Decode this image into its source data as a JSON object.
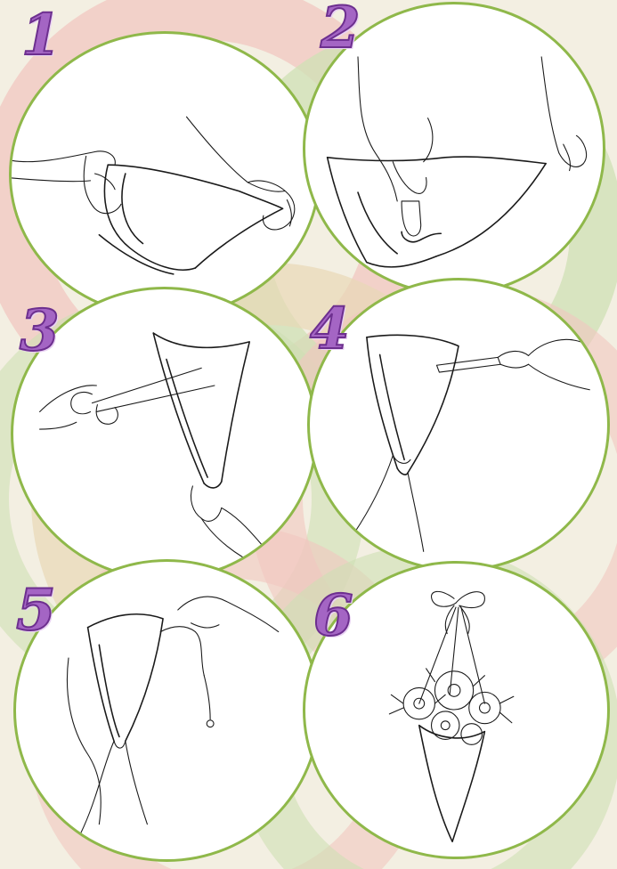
{
  "steps": [
    {
      "number": "1"
    },
    {
      "number": "2"
    },
    {
      "number": "3"
    },
    {
      "number": "4"
    },
    {
      "number": "5"
    },
    {
      "number": "6"
    }
  ],
  "colors": {
    "background": "#f3efe2",
    "circle_border": "#8fb84a",
    "number_fill": "#a465c4",
    "number_outline": "#6d2f8f",
    "bg_ring_pink": "#f2c7c0",
    "bg_ring_green": "#cfe0b4",
    "bg_ring_tan": "#e8d9b6"
  },
  "illustrations": [
    {
      "step": "1",
      "depicts": "hands-rolling-paper-into-cone"
    },
    {
      "step": "2",
      "depicts": "hands-gluing-cone-seam"
    },
    {
      "step": "3",
      "depicts": "hand-with-scissors-trimming-cone"
    },
    {
      "step": "4",
      "depicts": "hand-with-pencil-punching-hole"
    },
    {
      "step": "5",
      "depicts": "hands-threading-ribbon"
    },
    {
      "step": "6",
      "depicts": "hanging-cone-with-flowers"
    }
  ]
}
